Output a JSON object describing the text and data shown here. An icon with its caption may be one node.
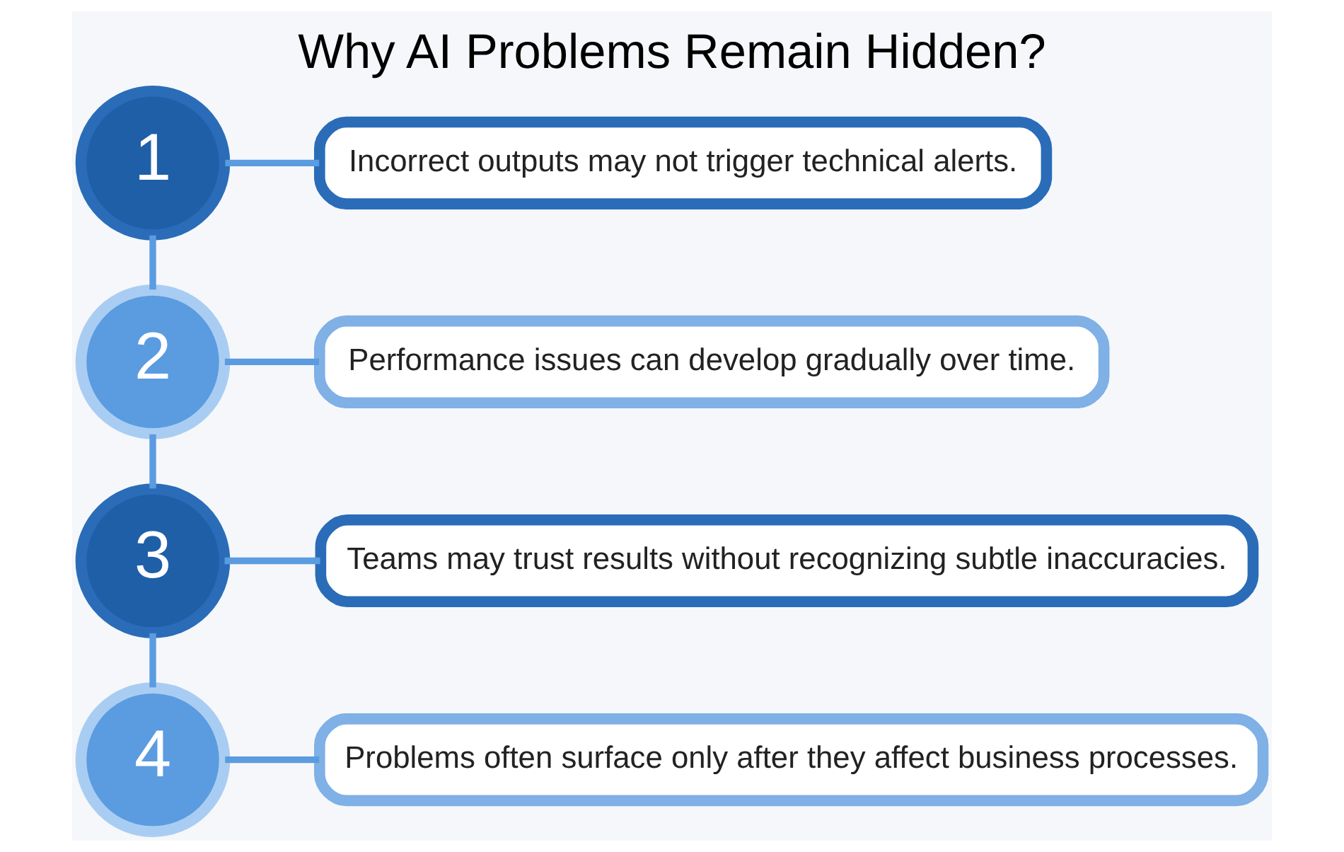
{
  "diagram": {
    "title": "Why AI Problems Remain Hidden?",
    "nodes": [
      {
        "text": [
          "Problems often surface only after they affect business processes."
        ]
      },
      {
        "text": [
          "4"
        ]
      },
      {
        "text": [
          "Teams may trust results without recognizing subtle inaccuracies."
        ]
      },
      {
        "text": [
          "3"
        ]
      },
      {
        "text": [
          "2"
        ]
      },
      {
        "text": [
          "Performance issues can develop gradually over time."
        ]
      },
      {
        "text": [
          "1"
        ]
      },
      {
        "text": [
          "Incorrect outputs may not trigger technical alerts."
        ]
      }
    ],
    "edges": [
      {
        "from": 6,
        "to": 4,
        "arrow": "none"
      },
      {
        "from": 4,
        "to": 3,
        "arrow": "none"
      },
      {
        "from": 3,
        "to": 1,
        "arrow": "none"
      },
      {
        "from": 1,
        "to": 0,
        "arrow": "none"
      },
      {
        "from": 3,
        "to": 2,
        "arrow": "none"
      },
      {
        "from": 4,
        "to": 5,
        "arrow": "none"
      },
      {
        "from": 6,
        "to": 7,
        "arrow": "none"
      }
    ]
  }
}
